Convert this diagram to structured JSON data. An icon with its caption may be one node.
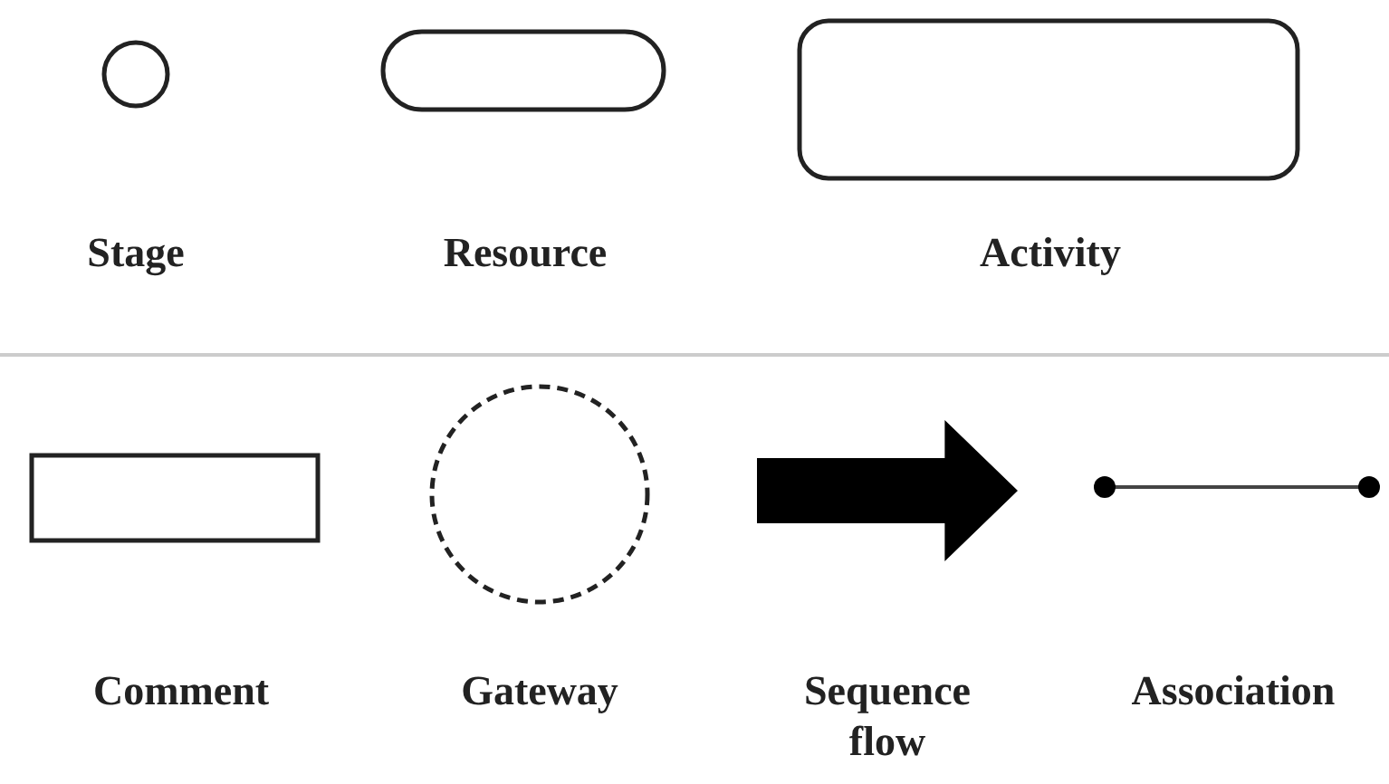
{
  "diagram": {
    "legend": [
      {
        "text": "Stage"
      },
      {
        "text": "Resource"
      },
      {
        "text": "Activity"
      },
      {
        "text": "Comment"
      },
      {
        "text": "Gateway"
      },
      {
        "text": "Sequence flow"
      },
      {
        "text": "Association"
      }
    ]
  }
}
